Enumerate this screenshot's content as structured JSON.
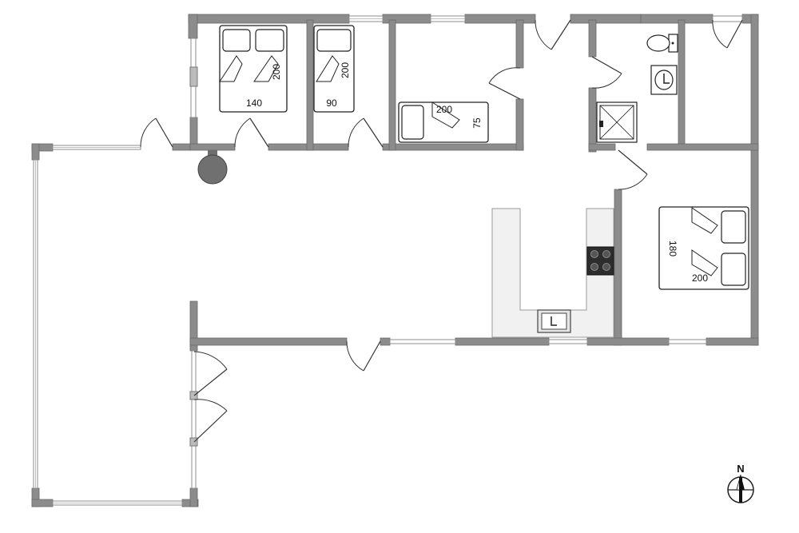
{
  "bed_labels": {
    "bedroom1_width": "140",
    "bedroom1_length": "200",
    "bedroom2_width": "90",
    "bedroom2_length": "200",
    "bedroom3_length": "200",
    "bedroom3_width": "75",
    "bedroom4_width": "180",
    "bedroom4_length": "200"
  },
  "compass": {
    "north_label": "N"
  },
  "colors": {
    "wall": "#8c8c8c",
    "kitchen": "#f1f1f1",
    "hob": "#2d2d2d",
    "pillar": "#707070"
  }
}
